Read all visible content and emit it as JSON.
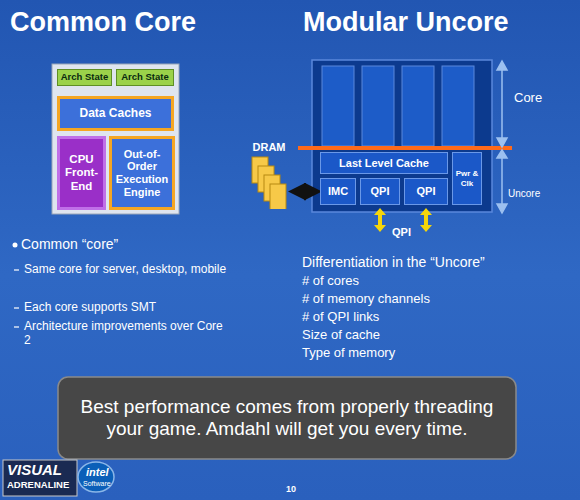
{
  "diagram": {
    "nodes": [
      {
        "text": [
          "Arch State"
        ]
      },
      {
        "text": [
          "Arch State"
        ]
      },
      {
        "text": [
          "Data Caches"
        ]
      },
      {
        "text": [
          "CPU Front-End"
        ]
      },
      {
        "text": [
          "Out-of-Order Execution Engine"
        ]
      },
      {
        "text": [
          "DRAM"
        ]
      },
      {
        "text": [
          "Last Level Cache"
        ]
      },
      {
        "text": [
          "IMC"
        ]
      },
      {
        "text": [
          "QPI"
        ]
      },
      {
        "text": [
          "QPI"
        ]
      },
      {
        "text": [
          "Pwr & Clk"
        ]
      },
      {
        "text": [
          "Best performance comes from properly threading your game. Amdahl will get you every time."
        ]
      }
    ],
    "edges": [
      {
        "from": 5,
        "to": 7,
        "arrow": "both"
      }
    ],
    "labels": [
      "Common Core",
      "Modular Uncore",
      "Core",
      "Uncore",
      "QPI",
      "Common “core”",
      "Same core for server, desktop, mobile",
      "Each core supports SMT",
      "Architecture improvements over Core 2",
      "Differentiation in the “Uncore”",
      "# of cores",
      "# of memory channels",
      "# of QPI links",
      "Size of cache",
      "Type of memory",
      "VISUAL",
      "ADRENALINE",
      "intel",
      "Software",
      "10"
    ]
  }
}
